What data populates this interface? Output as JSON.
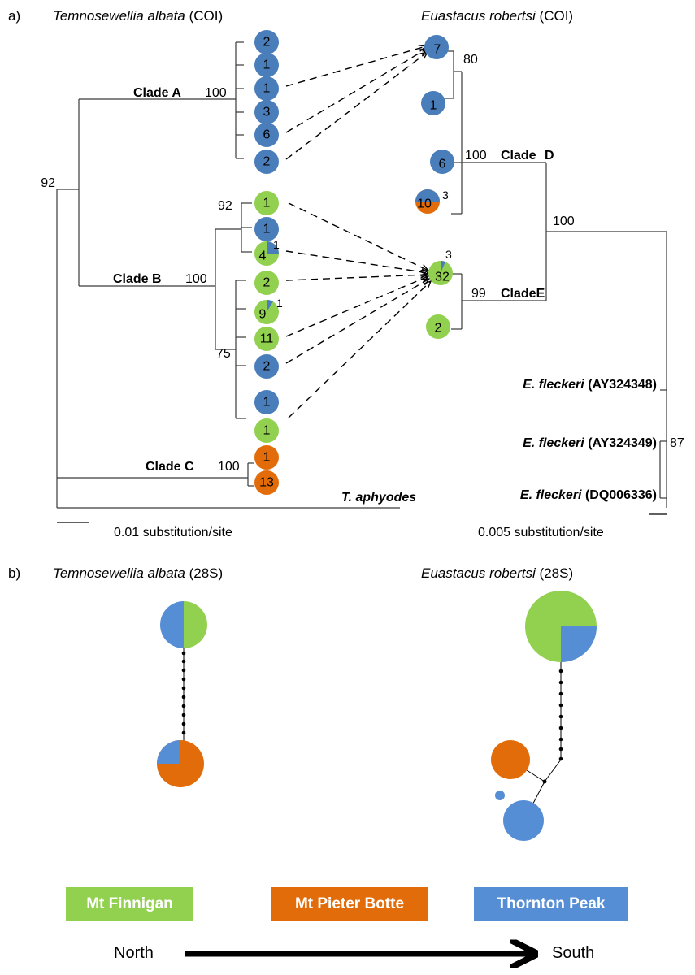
{
  "colors": {
    "mt_finnigan": "#92d050",
    "mt_pieter_botte": "#e36c0a",
    "thornton_peak": "#558ed5",
    "coi_blue": "#4a7ebb"
  },
  "panel_a": {
    "label": "a)",
    "left_title_species": "Temnosewellia albata",
    "left_title_marker": "(COI)",
    "right_title_species": "Euastacus robertsi",
    "right_title_marker": "(COI)",
    "clades": {
      "a": "Clade A",
      "b": "Clade B",
      "c": "Clade C",
      "d": "Clade",
      "d_letter": "D",
      "e": "Clade",
      "e_letter": "E"
    },
    "support": {
      "root_left": "92",
      "clade_a": "100",
      "clade_b_inner": "92",
      "clade_b": "100",
      "clade_b_sub": "75",
      "clade_c": "100",
      "e_top": "80",
      "clade_d": "100",
      "de_node": "100",
      "clade_e": "99",
      "fleckeri": "87"
    },
    "outgroup_left": "T. aphyodes",
    "outgroups_right": [
      {
        "name": "E. fleckeri",
        "acc": "(AY324348)"
      },
      {
        "name": "E. fleckeri",
        "acc": "(AY324349)"
      },
      {
        "name": "E. fleckeri",
        "acc": "(DQ006336)"
      }
    ],
    "scale_left": "0.01 substitution/site",
    "scale_right": "0.005 substitution/site",
    "left_haplotypes": [
      "2",
      "1",
      "1",
      "3",
      "6",
      "2",
      "1",
      "1",
      "4",
      "2",
      "9",
      "11",
      "2",
      "1",
      "1",
      "1",
      "13"
    ],
    "left_extra": {
      "h4": "1",
      "h9": "1"
    },
    "right_haplotypes": [
      "7",
      "1",
      "6",
      "10",
      "32",
      "2"
    ],
    "right_extra": {
      "h10": "3",
      "h32": "3"
    }
  },
  "panel_b": {
    "label": "b)",
    "left_title_species": "Temnosewellia albata",
    "left_title_marker": "(28S)",
    "right_title_species": "Euastacus robertsi",
    "right_title_marker": "(28S)"
  },
  "legend": {
    "items": [
      "Mt Finnigan",
      "Mt Pieter Botte",
      "Thornton Peak"
    ]
  },
  "direction": {
    "from": "North",
    "to": "South"
  }
}
